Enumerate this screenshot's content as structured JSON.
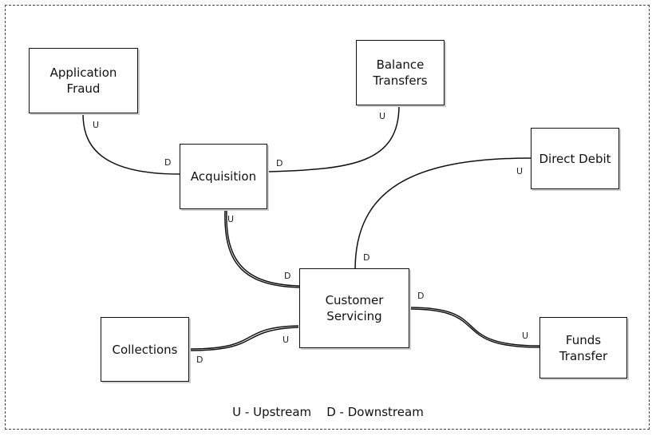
{
  "nodes": {
    "application_fraud": "Application Fraud",
    "balance_transfers": "Balance\nTransfers",
    "direct_debit": "Direct Debit",
    "acquisition": "Acquisition",
    "customer_servicing": "Customer\nServicing",
    "collections": "Collections",
    "funds_transfer": "Funds\nTransfer"
  },
  "tags": {
    "upstream": "U",
    "downstream": "D"
  },
  "legend": "U - Upstream    D - Downstream"
}
